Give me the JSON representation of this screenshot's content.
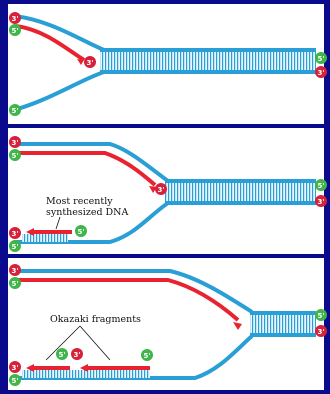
{
  "colors": {
    "background": "#0a0a8c",
    "panel": "#ffffff",
    "parental_strand": "#2a9fd6",
    "new_strand": "#e8232f",
    "end_5prime": "#3fb54a",
    "end_3prime": "#d6213a"
  },
  "ends": {
    "three_prime": "3'",
    "five_prime": "5'"
  },
  "panel2": {
    "label_line1": "Most recently",
    "label_line2": "synthesized DNA"
  },
  "panel3": {
    "label": "Okazaki fragments"
  }
}
